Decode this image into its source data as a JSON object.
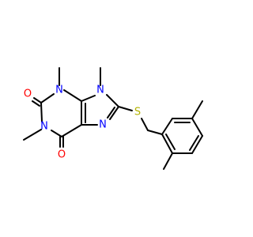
{
  "molecule": {
    "atoms": {
      "o_top": "O",
      "o_bottom": "O",
      "n1": "N",
      "n3": "N",
      "n7": "N",
      "n9": "N",
      "s": "S"
    },
    "colors": {
      "bond": "#000000",
      "oxygen": "#ff0000",
      "nitrogen": "#0000ff",
      "sulfur": "#b2b200"
    }
  }
}
